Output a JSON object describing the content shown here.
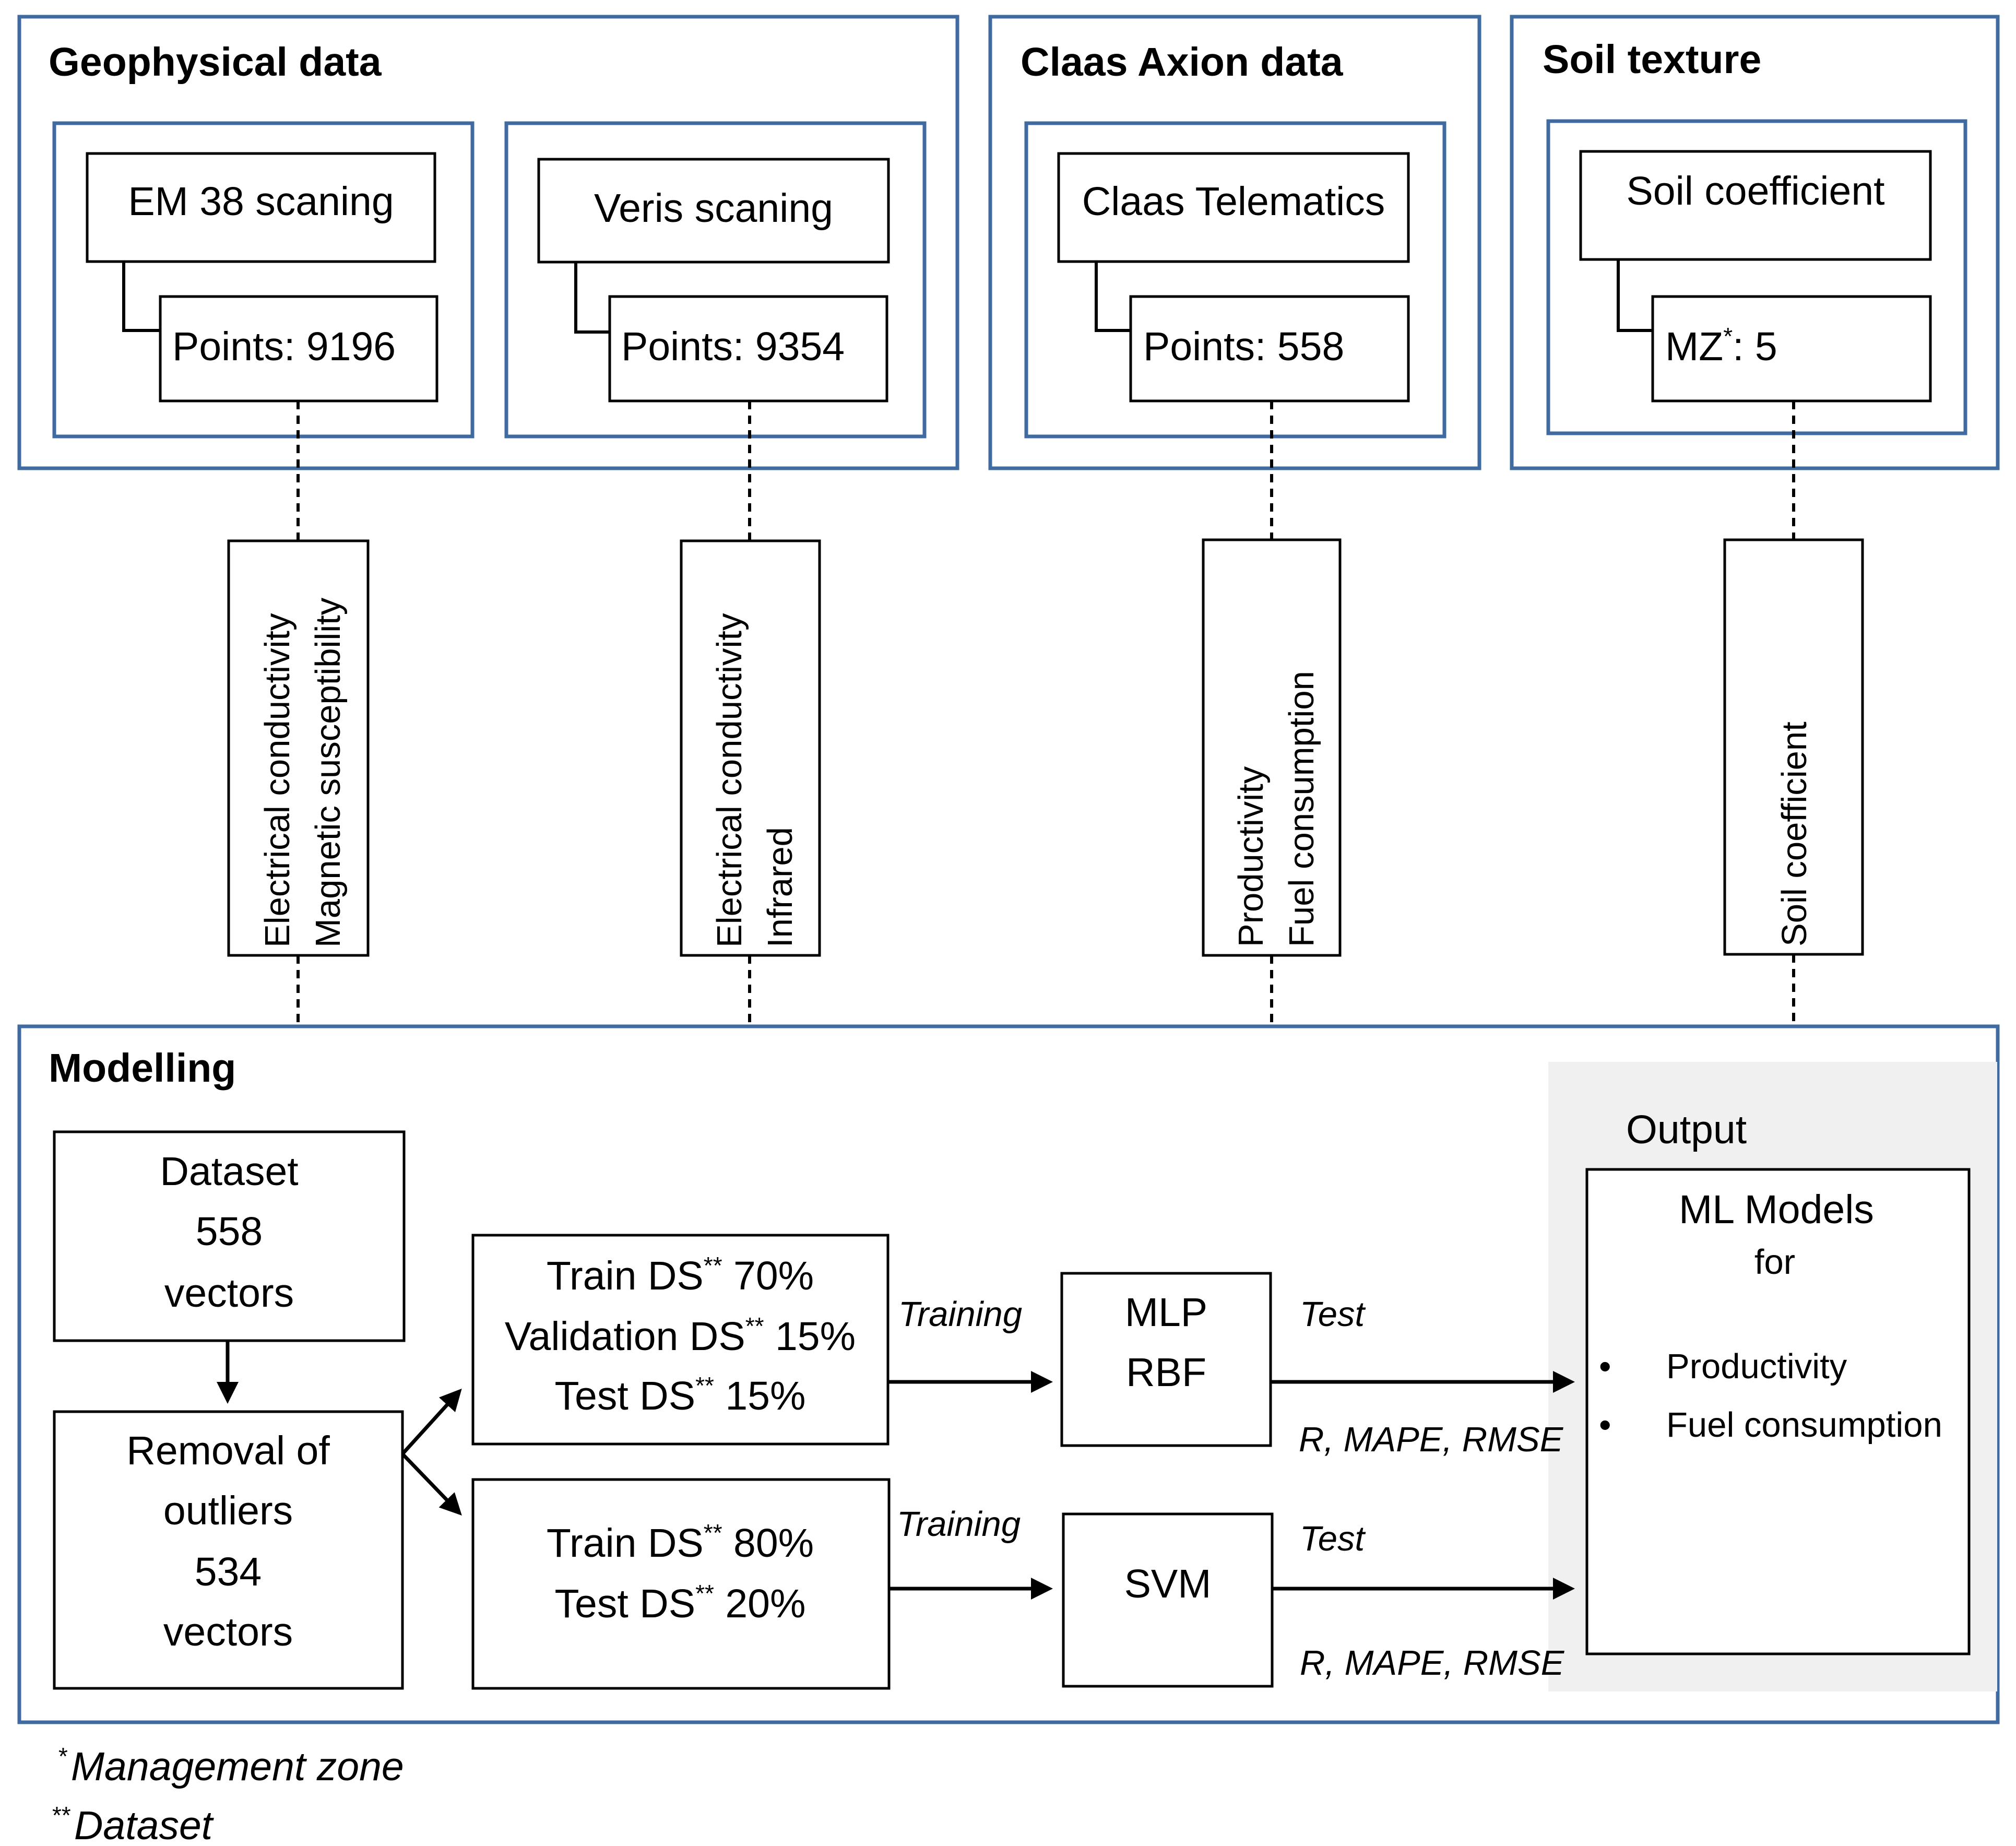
{
  "sections": {
    "geophysical": {
      "title": "Geophysical data"
    },
    "claas": {
      "title": "Claas Axion data"
    },
    "soil": {
      "title": "Soil texture"
    },
    "modelling": {
      "title": "Modelling"
    }
  },
  "sources": [
    {
      "name": "EM 38 scaning",
      "points": "Points: 9196",
      "features": [
        "Electrical conductivity",
        "Magnetic susceptibility"
      ]
    },
    {
      "name": "Veris scaning",
      "points": "Points: 9354",
      "features": [
        "Electrical conductivity",
        "Infrared"
      ]
    },
    {
      "name": "Claas Telematics",
      "points": "Points: 558",
      "features": [
        "Productivity",
        "Fuel consumption"
      ]
    },
    {
      "name": "Soil coefficient",
      "points_prefix": "MZ",
      "points_sup": "*",
      "points_suffix": ": 5",
      "features": [
        "Soil coefficient"
      ]
    }
  ],
  "modelling": {
    "dataset": [
      "Dataset",
      "558",
      "vectors"
    ],
    "outliers": [
      "Removal of",
      "outliers",
      "534",
      "vectors"
    ],
    "split_a": [
      {
        "pre": "Train DS",
        "sup": "**",
        "post": " 70%"
      },
      {
        "pre": "Validation DS",
        "sup": "**",
        "post": " 15%"
      },
      {
        "pre": "Test DS",
        "sup": "**",
        "post": " 15%"
      }
    ],
    "split_b": [
      {
        "pre": "Train DS",
        "sup": "**",
        "post": " 80%"
      },
      {
        "pre": "Test DS",
        "sup": "**",
        "post": " 20%"
      }
    ],
    "model_a": [
      "MLP",
      "RBF"
    ],
    "model_b": [
      "SVM"
    ],
    "training_label": "Training",
    "test_label": "Test",
    "metrics_label": "R, MAPE, RMSE"
  },
  "output": {
    "title": "Output",
    "box_title": "ML Models",
    "box_subtitle": "for",
    "bullet_glyph": "•",
    "items": [
      "Productivity",
      "Fuel consumption"
    ]
  },
  "footnotes": [
    {
      "sup": "*",
      "text": "Management zone"
    },
    {
      "sup": "**",
      "text": "Dataset"
    }
  ],
  "colors": {
    "frame": "#3f6ba0",
    "output_bg": "#f0f0f0",
    "stroke": "#000000"
  }
}
